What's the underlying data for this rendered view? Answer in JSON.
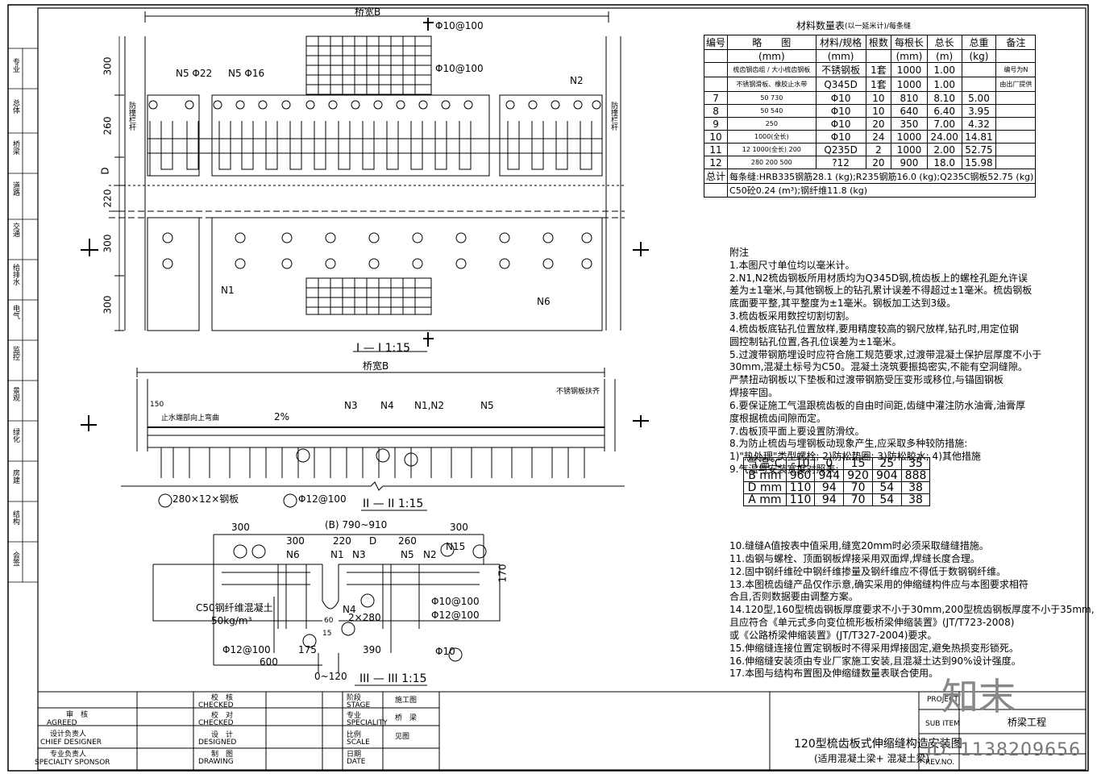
{
  "drawing_title": "120型梳齿板式伸缩缝构造安装图",
  "drawing_subtitle": "(适用混凝土梁+ 混凝土梁)",
  "project": "桥梁工程",
  "watermark_id": "ID: 1138209656",
  "watermark_logo": "知末",
  "material_table": {
    "title": "材料数量表",
    "title_note": "(以一延米计)/每条缝",
    "headers": [
      "编号",
      "略　　图",
      "材料/规格",
      "根数",
      "每根长",
      "总长",
      "总重",
      "备注"
    ],
    "units": [
      "",
      "(mm)",
      "(mm)",
      "",
      "(mm)",
      "(m)",
      "(kg)",
      ""
    ],
    "rows": [
      {
        "no": "",
        "sketch": "梳齿钢齿组 / 大小梳齿钢板",
        "spec": "不锈钢板",
        "count": "1套",
        "each": "1000",
        "total": "1.00",
        "weight": "",
        "note": "编号为N"
      },
      {
        "no": "",
        "sketch": "不锈钢滑板、橡胶止水带",
        "spec": "Q345D",
        "count": "1套",
        "each": "1000",
        "total": "1.00",
        "weight": "",
        "note": "由出厂提供"
      },
      {
        "no": "7",
        "sketch": "50 730",
        "spec": "Φ10",
        "count": "10",
        "each": "810",
        "total": "8.10",
        "weight": "5.00",
        "note": ""
      },
      {
        "no": "8",
        "sketch": "50 540",
        "spec": "Φ10",
        "count": "10",
        "each": "640",
        "total": "6.40",
        "weight": "3.95",
        "note": ""
      },
      {
        "no": "9",
        "sketch": "250",
        "spec": "Φ10",
        "count": "20",
        "each": "350",
        "total": "7.00",
        "weight": "4.32",
        "note": ""
      },
      {
        "no": "10",
        "sketch": "1000(全长)",
        "spec": "Φ10",
        "count": "24",
        "each": "1000",
        "total": "24.00",
        "weight": "14.81",
        "note": ""
      },
      {
        "no": "11",
        "sketch": "12 1000(全长) 200",
        "spec": "Q235D",
        "count": "2",
        "each": "1000",
        "total": "2.00",
        "weight": "52.75",
        "note": ""
      },
      {
        "no": "12",
        "sketch": "280 200 500",
        "spec": "?12",
        "count": "20",
        "each": "900",
        "total": "18.0",
        "weight": "15.98",
        "note": ""
      }
    ],
    "total_label": "总计",
    "total_line1": "每条缝:HRB335钢筋28.1 (kg);R235钢筋16.0 (kg);Q235C钢板52.75 (kg)",
    "total_line2": "C50砼0.24 (m³);钢纤维11.8 (kg)"
  },
  "notes_title": "附注",
  "notes": [
    "1.本图尺寸单位均以毫米计。",
    "2.N1,N2梳齿钢板所用材质均为Q345D钢,梳齿板上的螺栓孔距允许误",
    "  差为±1毫米,与其他钢板上的钻孔累计误差不得超过±1毫米。梳齿钢板",
    "  底面要平整,其平整度为±1毫米。钢板加工达到3级。",
    "3.梳齿板采用数控切割切割。",
    "4.梳齿板底钻孔位置放样,要用精度较高的钢尺放样,钻孔时,用定位钢",
    "  圆控制钻孔位置,各孔位误差为±1毫米。",
    "5.过渡带钢筋埋设时应符合施工规范要求,过渡带混凝土保护层厚度不小于",
    "  30mm,混凝土标号为C50。混凝土浇筑要振捣密实,不能有空洞缝隙。",
    "  严禁扭动钢板以下垫板和过渡带钢筋受压变形或移位,与锚固钢板",
    "  焊接牢固。",
    "6.要保证施工气温跟梳齿板的自由时间距,齿缝中灌注防水油膏,油膏厚",
    "  度根据梳齿间隙而定。",
    "7.齿板顶平面上要设置防滑纹。",
    "8.为防止梳齿与埋钢板动现象产生,应采取多种较防措施:",
    "  1)\"热处理\"类型螺栓;  2)防松垫圈;  3)防松胶水;  4)其他措施",
    "9.气温与安装宽度对照表:",
    "",
    "",
    "",
    "",
    "",
    "10.缝缝A值按表中值采用,缝宽20mm时必须采取缝缝措施。",
    "11.齿钢与螺栓、顶面钢板焊接采用双面焊,焊缝长度合理。",
    "12.固中钢纤维砼中钢纤维掺量及钢纤维应不得低于数钢钢纤维。",
    "13.本图梳齿缝产品仅作示意,确实采用的伸缩缝构件应与本图要求相符",
    "  合且,否则数据要由调整方案。",
    "14.120型,160型梳齿钢板厚度要求不小于30mm,200型梳齿钢板厚度不小于35mm,",
    "  且应符合《单元式多向变位梳形板桥梁伸缩装置》(JT/T723-2008)",
    "  或《公路桥梁伸缩装置》(JT/T327-2004)要求。",
    "15.伸缩缝连接位置定钢板时不得采用焊接固定,避免热损变形锁死。",
    "16.伸缩缝安装须由专业厂家施工安装,且混凝土达到90%设计强度。",
    "17.本图与结构布置图及伸缩缝数量表联合使用。"
  ],
  "temperature_table": {
    "header": [
      "气温℃",
      "-10",
      "0",
      "15",
      "25",
      "35"
    ],
    "rows": [
      [
        "B  mm",
        "960",
        "944",
        "920",
        "904",
        "888"
      ],
      [
        "D  mm",
        "110",
        "94",
        "70",
        "54",
        "38"
      ],
      [
        "A  mm",
        "110",
        "94",
        "70",
        "54",
        "38"
      ]
    ]
  },
  "views": {
    "plan_title": "I — I 1:15",
    "section2_title": "II — II 1:15",
    "section3_title": "III — III 1:15",
    "plan_width_label": "桥宽B",
    "plan_dims": [
      "300",
      "260",
      "D",
      "220",
      "300",
      "300"
    ],
    "plan_labels": [
      "N5 Φ22",
      "N5 Φ16",
      "N2",
      "N1",
      "N6",
      "Φ10@100",
      "Φ10@100",
      "防撞栏杆",
      "防撞栏杆"
    ],
    "section2_labels": [
      "N3",
      "N4",
      "N1,N2",
      "N5",
      "2%",
      "桥宽B",
      "止水端部向上弯曲",
      "不锈钢板扶齐",
      "280×12×钢板",
      "Φ12@100",
      "150"
    ],
    "section3_dims": [
      "300",
      "300",
      "220",
      "D",
      "260",
      "300",
      "(B) 790~910",
      "170",
      "175",
      "390",
      "600",
      "0~120",
      "60",
      "15"
    ],
    "section3_labels": [
      "N6",
      "N1",
      "N3",
      "N5",
      "N2",
      "N15",
      "N4",
      "C50钢纤维混凝土",
      "50kg/m³",
      "Φ12@100",
      "Φ10@100",
      "Φ12@100",
      "Φ10",
      "2×280"
    ]
  },
  "title_block": {
    "agreed": "审　核",
    "agreed_en": "AGREED",
    "chief_designer": "设计负责人",
    "chief_designer_en": "CHIEF DESIGNER",
    "specialty_sponsor": "专业负责人",
    "specialty_sponsor_en": "SPECIALTY SPONSOR",
    "checked": "校　核",
    "checked_en": "CHECKED",
    "checked2": "校　对",
    "checked2_en": "CHECKED",
    "designed": "设　计",
    "designed_en": "DESIGNED",
    "drawing": "制　图",
    "drawing_en": "DRAWING",
    "stage": "阶段",
    "stage_en": "STAGE",
    "stage_val": "施工图",
    "speciality": "专业",
    "speciality_en": "SPECIALITY",
    "speciality_val": "桥　梁",
    "scale": "比例",
    "scale_en": "SCALE",
    "scale_val": "见图",
    "date": "日期",
    "date_en": "DATE",
    "project_en": "PROJECT",
    "sub_item_en": "SUB ITEM",
    "rev_no_en": "REV.NO."
  },
  "side_strip": [
    "专业",
    "总体",
    "桥梁",
    "道路",
    "交通",
    "给排水",
    "电气",
    "监控",
    "景观",
    "绿化",
    "房建",
    "结构",
    "会签"
  ]
}
